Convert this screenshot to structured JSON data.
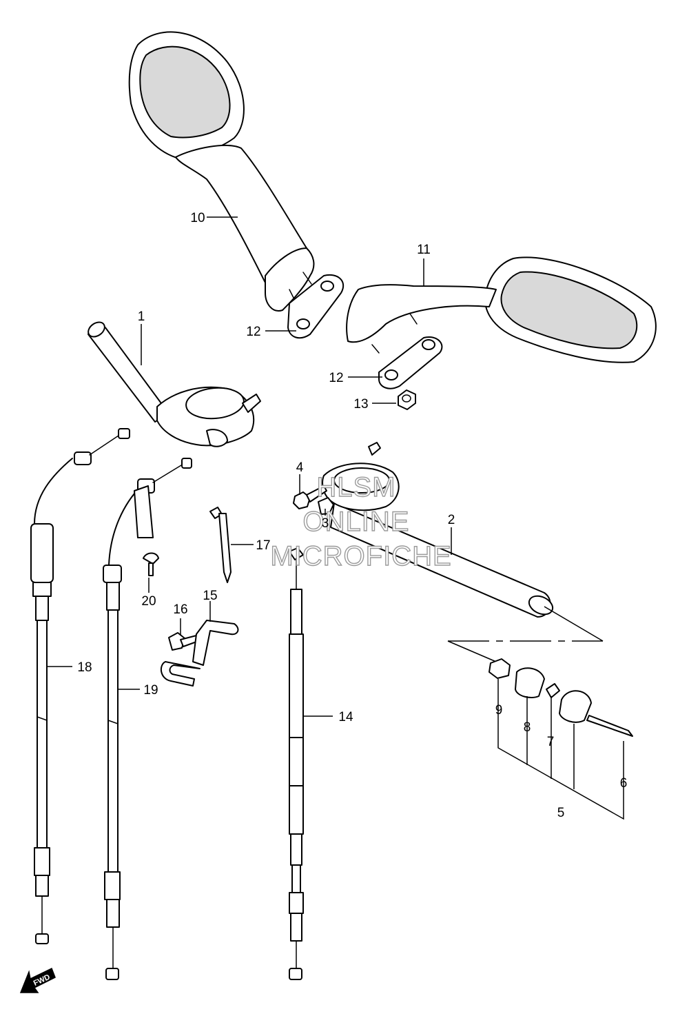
{
  "callouts": {
    "c1": "1",
    "c2": "2",
    "c3": "3",
    "c4": "4",
    "c5": "5",
    "c6": "6",
    "c7": "7",
    "c8": "8",
    "c9": "9",
    "c10": "10",
    "c11": "11",
    "c12a": "12",
    "c12b": "12",
    "c13": "13",
    "c14": "14",
    "c15": "15",
    "c16": "16",
    "c17": "17",
    "c18": "18",
    "c19": "19",
    "c20": "20"
  },
  "watermark": {
    "line1": "HLSM",
    "line2": "ONLINE",
    "line3": "MICROFICHE"
  },
  "fwd_label": "FWD",
  "colors": {
    "ink": "#000000",
    "watermark": "#9a9a9a",
    "background": "#ffffff"
  }
}
